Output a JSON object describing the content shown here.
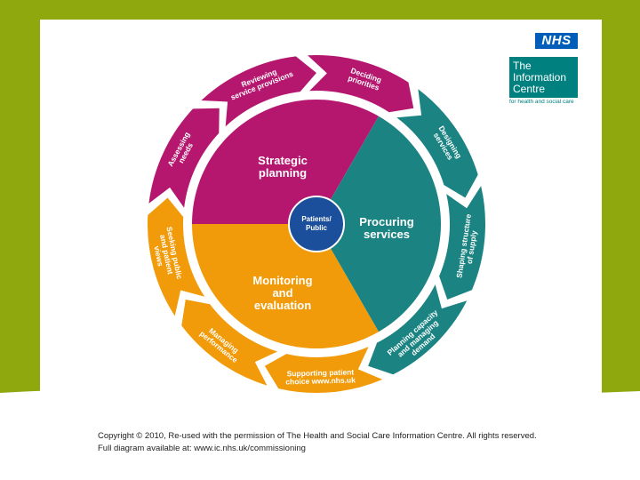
{
  "logos": {
    "nhs": "NHS",
    "ic_lines": [
      "The",
      "Information",
      "Centre"
    ],
    "ic_subtitle": "for health and social care"
  },
  "diagram": {
    "center": "Patients/ Public",
    "segments": [
      {
        "label": "Strategic planning",
        "color": "#b5176f"
      },
      {
        "label": "Procuring services",
        "color": "#1b8482"
      },
      {
        "label": "Monitoring and evaluation",
        "color": "#f29b0a"
      }
    ],
    "outer_steps": [
      {
        "label": "Deciding priorities",
        "color": "#b5176f"
      },
      {
        "label": "Designing services",
        "color": "#1b8482"
      },
      {
        "label": "Shaping structure of supply",
        "color": "#1b8482"
      },
      {
        "label": "Planning capacity and managing demand",
        "color": "#1b8482"
      },
      {
        "label": "Supporting patient choice www.nhs.uk",
        "color": "#f29b0a"
      },
      {
        "label": "Managing performance",
        "color": "#f29b0a"
      },
      {
        "label": "Seeking public and patient views",
        "color": "#f29b0a"
      },
      {
        "label": "Assessing needs",
        "color": "#b5176f"
      },
      {
        "label": "Reviewing service provisions",
        "color": "#b5176f"
      }
    ]
  },
  "credit": {
    "line1": "Copyright © 2010, Re-used with the permission of The Health and Social Care Information Centre.  All rights reserved.",
    "line2": "Full diagram available at: www.ic.nhs.uk/commissioning"
  },
  "colors": {
    "green_bg": "#8ea80e",
    "center": "#1b4f9b"
  }
}
